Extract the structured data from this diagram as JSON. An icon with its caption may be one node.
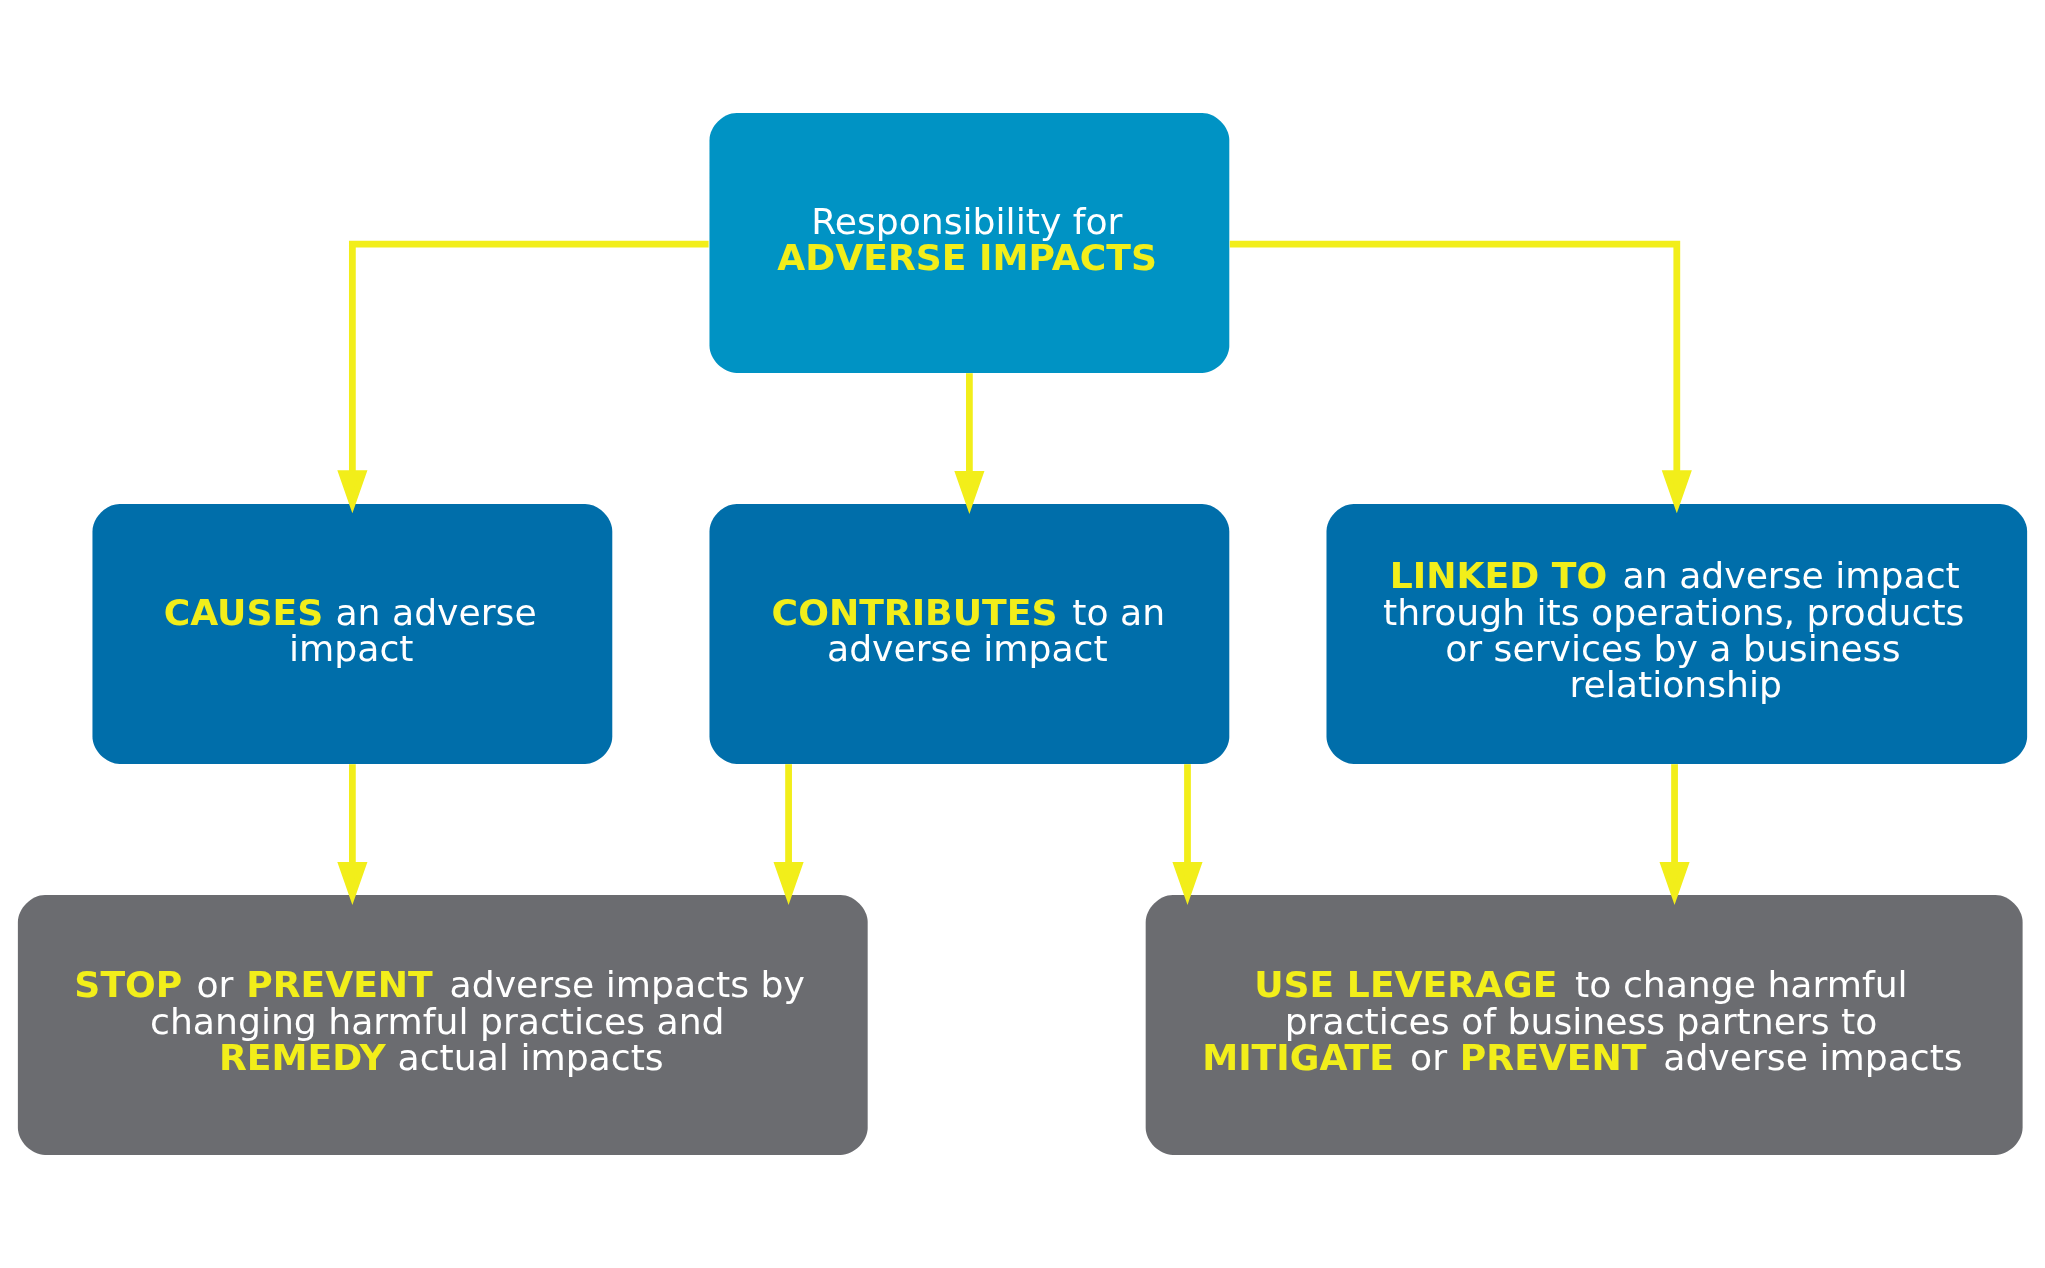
{
  "diagram": {
    "nodes": [
      {
        "text": [
          "Responsibility for **ADVERSE IMPACTS**"
        ]
      },
      {
        "text": [
          "**CAUSES** an adverse impact"
        ]
      },
      {
        "text": [
          "**CONTRIBUTES** to an adverse impact"
        ]
      },
      {
        "text": [
          "**LINKED TO** an adverse impact through its operations, products or services by a business relationship"
        ]
      },
      {
        "text": [
          "**STOP** or **PREVENT** adverse impacts by changing harmful practices and **REMEDY** actual impacts"
        ]
      },
      {
        "text": [
          "**USE LEVERAGE** to change harmful practices of business partners to **MITIGATE** or **PREVENT** adverse impacts"
        ]
      }
    ],
    "edges": [
      {
        "from": 0,
        "to": 1,
        "arrow": "to"
      },
      {
        "from": 0,
        "to": 2,
        "arrow": "to"
      },
      {
        "from": 0,
        "to": 3,
        "arrow": "to"
      },
      {
        "from": 1,
        "to": 4,
        "arrow": "to"
      },
      {
        "from": 2,
        "to": 4,
        "arrow": "to"
      },
      {
        "from": 2,
        "to": 5,
        "arrow": "to"
      },
      {
        "from": 3,
        "to": 5,
        "arrow": "to"
      }
    ]
  }
}
